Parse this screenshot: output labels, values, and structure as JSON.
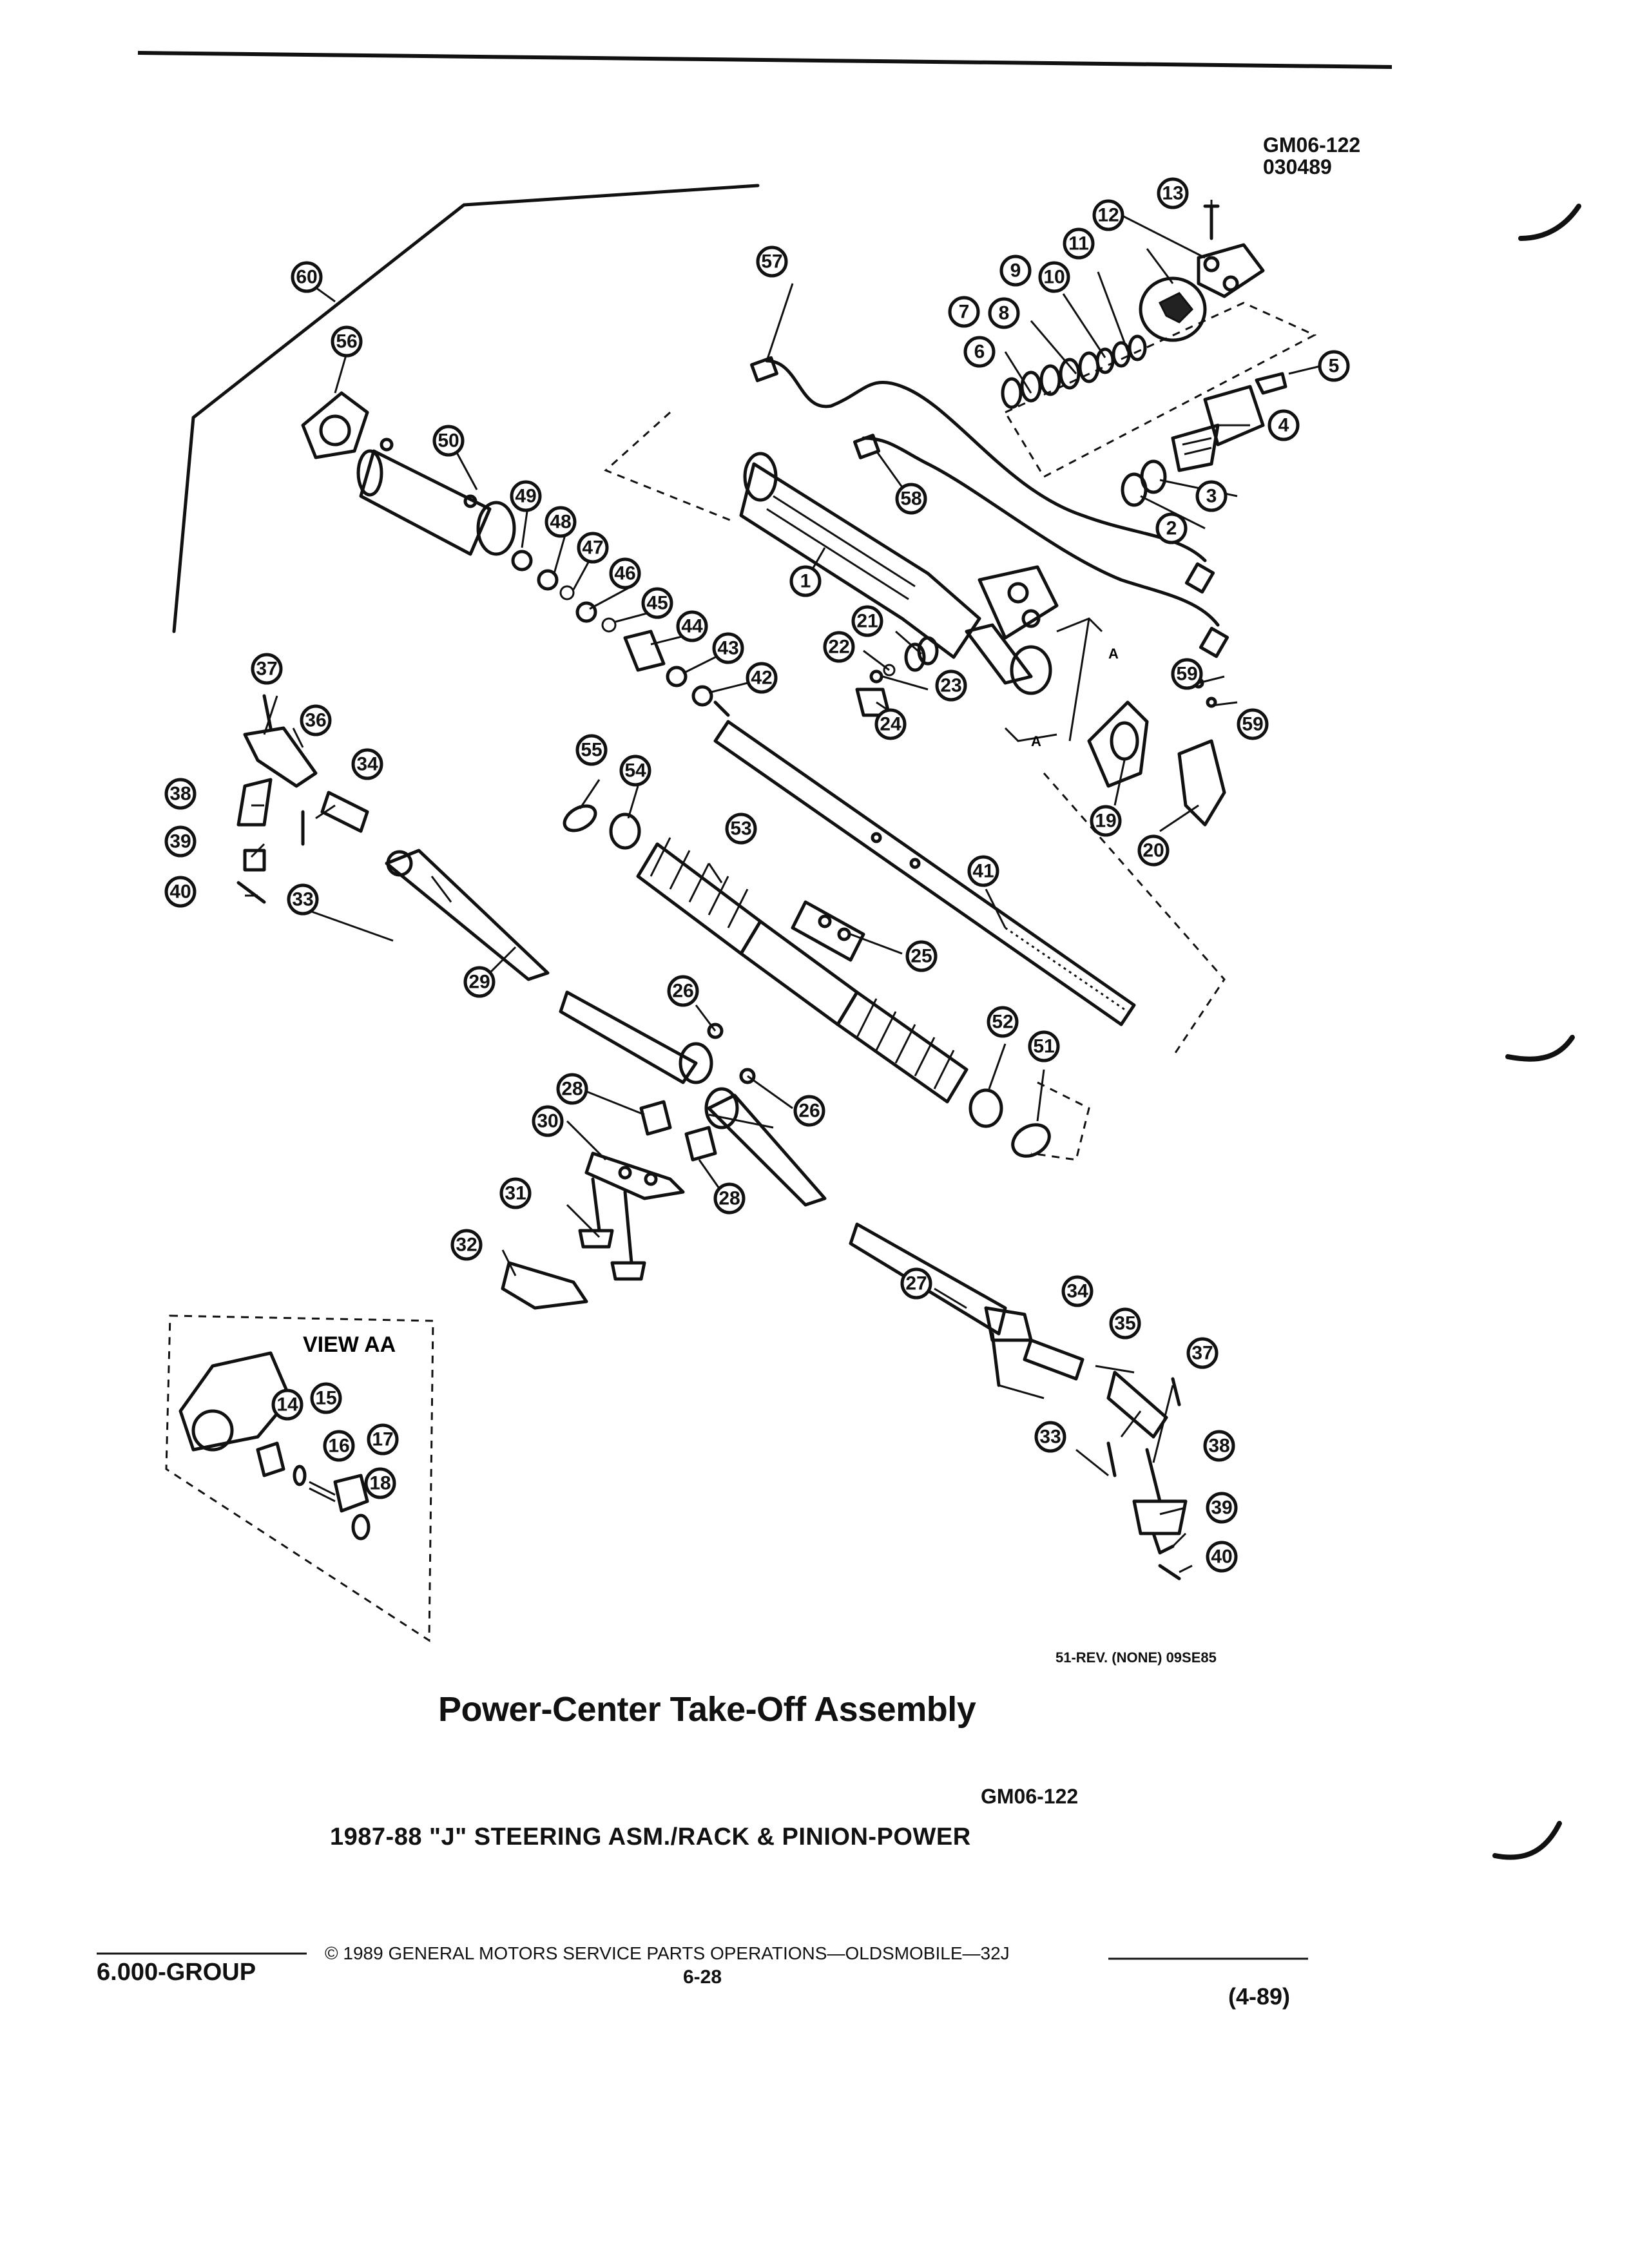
{
  "header": {
    "doc_code": "GM06-122",
    "doc_date": "030489"
  },
  "figure": {
    "revision_note": "51-REV. (NONE) 09SE85",
    "title": "Power-Center Take-Off Assembly",
    "view_label": "VIEW AA",
    "section_marker": "A",
    "callouts": [
      "1",
      "2",
      "3",
      "4",
      "5",
      "6",
      "7",
      "8",
      "9",
      "10",
      "11",
      "12",
      "13",
      "14",
      "15",
      "16",
      "17",
      "18",
      "19",
      "20",
      "21",
      "22",
      "23",
      "24",
      "25",
      "26",
      "26",
      "27",
      "28",
      "28",
      "29",
      "30",
      "31",
      "32",
      "33",
      "33",
      "33",
      "34",
      "34",
      "35",
      "36",
      "37",
      "37",
      "38",
      "38",
      "39",
      "39",
      "40",
      "40",
      "41",
      "42",
      "43",
      "44",
      "45",
      "46",
      "47",
      "48",
      "49",
      "50",
      "51",
      "52",
      "53",
      "54",
      "55",
      "56",
      "57",
      "58",
      "59",
      "59",
      "60"
    ]
  },
  "caption": {
    "doc_code": "GM06-122",
    "subtitle": "1987-88 \"J\" STEERING ASM./RACK & PINION-POWER"
  },
  "footer": {
    "group": "6.000-GROUP",
    "copyright": "© 1989 GENERAL MOTORS SERVICE PARTS OPERATIONS—OLDSMOBILE—32J",
    "page": "6-28",
    "revision": "(4-89)"
  }
}
